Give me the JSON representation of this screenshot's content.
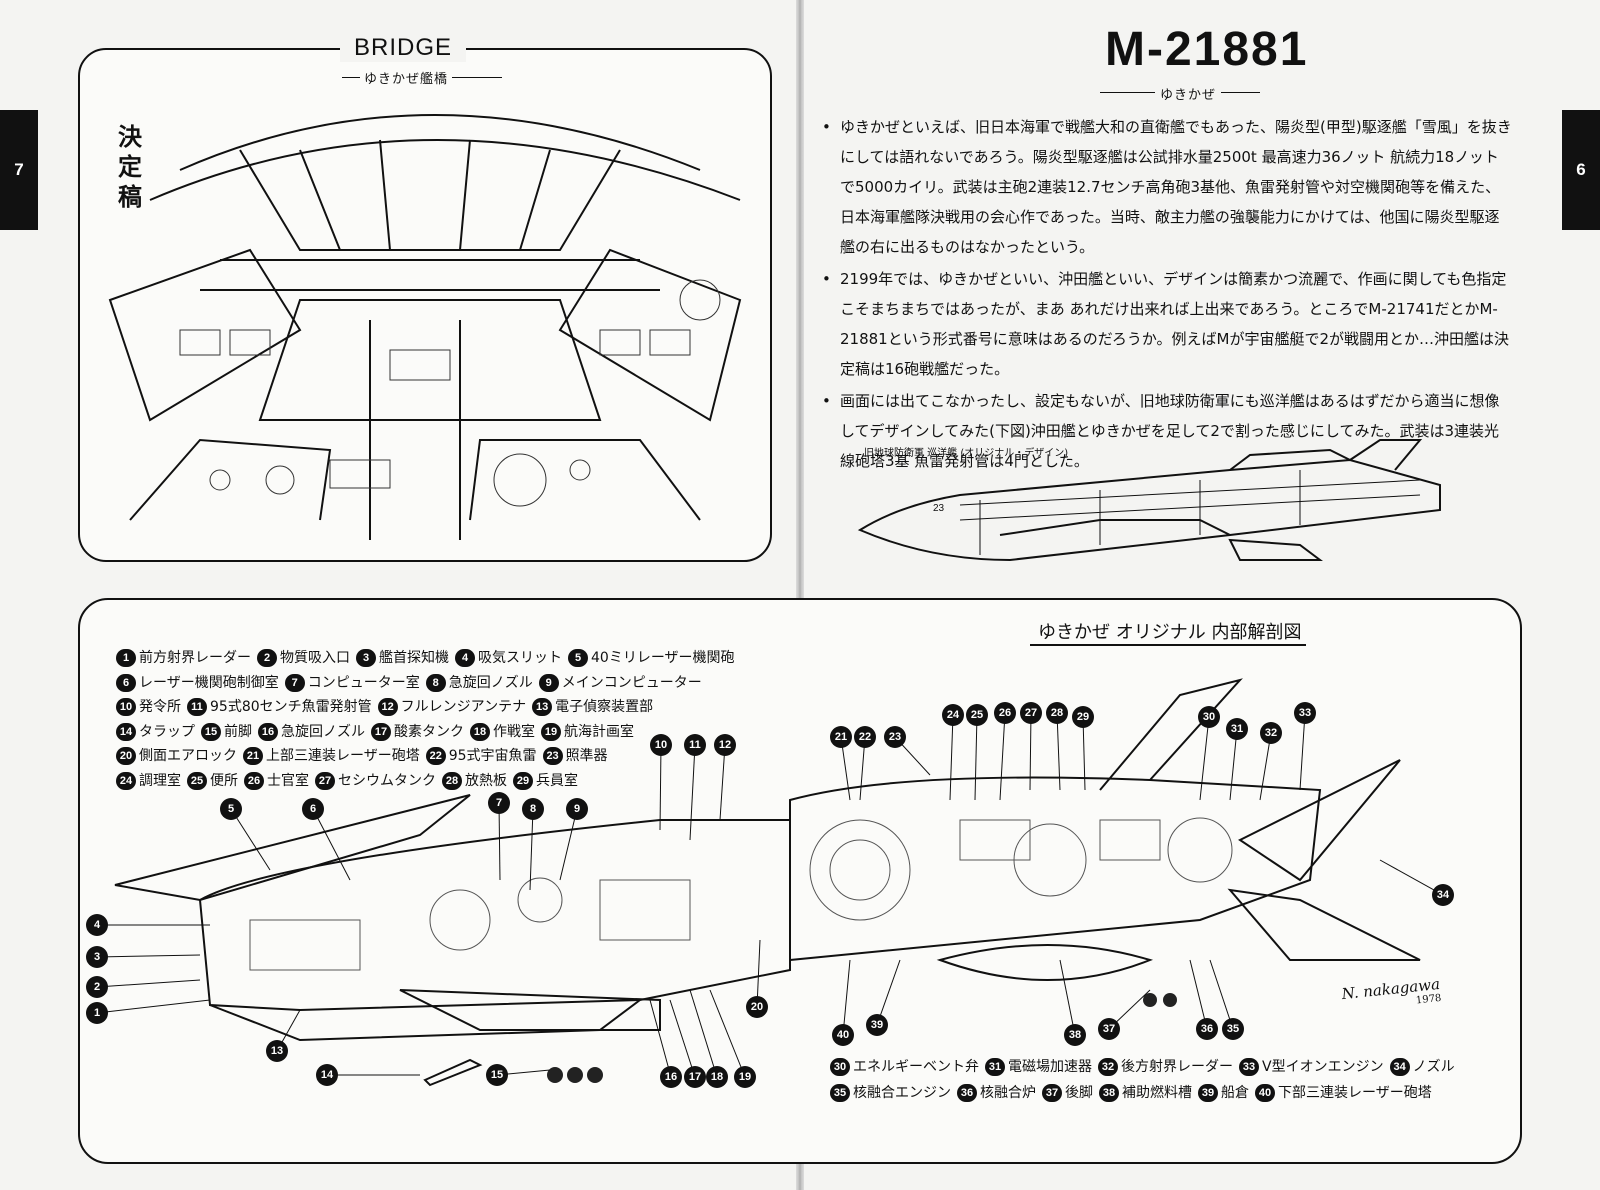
{
  "pages": {
    "left_number": "7",
    "right_number": "6"
  },
  "bridge": {
    "title": "BRIDGE",
    "subtitle": "ゆきかぜ艦橋",
    "stamp": "決定稿"
  },
  "ship": {
    "code": "M-21881",
    "name": "ゆきかぜ"
  },
  "notes": [
    "ゆきかぜといえば、旧日本海軍で戦艦大和の直衛艦でもあった、陽炎型(甲型)駆逐艦「雪風」を抜きにしては語れないであろう。陽炎型駆逐艦は公試排水量2500t 最高速力36ノット 航続力18ノットで5000カイリ。武装は主砲2連装12.7センチ高角砲3基他、魚雷発射管や対空機関砲等を備えた、日本海軍艦隊決戦用の会心作であった。当時、敵主力艦の強襲能力にかけては、他国に陽炎型駆逐艦の右に出るものはなかったという。",
    "2199年では、ゆきかぜといい、沖田艦といい、デザインは簡素かつ流麗で、作画に関しても色指定こそまちまちではあったが、まあ あれだけ出来れば上出来であろう。ところでM-21741だとかM-21881という形式番号に意味はあるのだろうか。例えばMが宇宙艦艇で2が戦闘用とか…沖田艦は決定稿は16砲戦艦だった。",
    "画面には出てこなかったし、設定もないが、旧地球防衛軍にも巡洋艦はあるはずだから適当に想像してデザインしてみた(下図)沖田艦とゆきかぜを足して2で割った感じにしてみた。武装は3連装光線砲塔3基 魚雷発射管は4門とした。"
  ],
  "cruiser_caption": "旧地球防衛軍 巡洋艦 (オリジナル・デザイン)",
  "cruiser_hull_number": "23",
  "cutaway_title": "ゆきかぜ オリジナル 内部解剖図",
  "legend_left": [
    [
      {
        "n": "1",
        "t": "前方射界レーダー"
      },
      {
        "n": "2",
        "t": "物質吸入口"
      },
      {
        "n": "3",
        "t": "艦首探知機"
      },
      {
        "n": "4",
        "t": "吸気スリット"
      },
      {
        "n": "5",
        "t": "40ミリレーザー機関砲"
      }
    ],
    [
      {
        "n": "6",
        "t": "レーザー機関砲制御室"
      },
      {
        "n": "7",
        "t": "コンピューター室"
      },
      {
        "n": "8",
        "t": "急旋回ノズル"
      },
      {
        "n": "9",
        "t": "メインコンピューター"
      }
    ],
    [
      {
        "n": "10",
        "t": "発令所"
      },
      {
        "n": "11",
        "t": "95式80センチ魚雷発射管"
      },
      {
        "n": "12",
        "t": "フルレンジアンテナ"
      },
      {
        "n": "13",
        "t": "電子偵察装置部"
      }
    ],
    [
      {
        "n": "14",
        "t": "タラップ"
      },
      {
        "n": "15",
        "t": "前脚"
      },
      {
        "n": "16",
        "t": "急旋回ノズル"
      },
      {
        "n": "17",
        "t": "酸素タンク"
      },
      {
        "n": "18",
        "t": "作戦室"
      },
      {
        "n": "19",
        "t": "航海計画室"
      }
    ],
    [
      {
        "n": "20",
        "t": "側面エアロック"
      },
      {
        "n": "21",
        "t": "上部三連装レーザー砲塔"
      },
      {
        "n": "22",
        "t": "95式宇宙魚雷"
      },
      {
        "n": "23",
        "t": "照準器"
      }
    ],
    [
      {
        "n": "24",
        "t": "調理室"
      },
      {
        "n": "25",
        "t": "便所"
      },
      {
        "n": "26",
        "t": "士官室"
      },
      {
        "n": "27",
        "t": "セシウムタンク"
      },
      {
        "n": "28",
        "t": "放熱板"
      },
      {
        "n": "29",
        "t": "兵員室"
      }
    ]
  ],
  "legend_right": [
    [
      {
        "n": "30",
        "t": "エネルギーベント弁"
      },
      {
        "n": "31",
        "t": "電磁場加速器"
      },
      {
        "n": "32",
        "t": "後方射界レーダー"
      },
      {
        "n": "33",
        "t": "V型イオンエンジン"
      },
      {
        "n": "34",
        "t": "ノズル"
      }
    ],
    [
      {
        "n": "35",
        "t": "核融合エンジン"
      },
      {
        "n": "36",
        "t": "核融合炉"
      },
      {
        "n": "37",
        "t": "後脚"
      },
      {
        "n": "38",
        "t": "補助燃料槽"
      },
      {
        "n": "39",
        "t": "船倉"
      },
      {
        "n": "40",
        "t": "下部三連装レーザー砲塔"
      }
    ]
  ],
  "callouts": [
    "1",
    "2",
    "3",
    "4",
    "5",
    "6",
    "7",
    "8",
    "9",
    "10",
    "11",
    "12",
    "13",
    "14",
    "15",
    "16",
    "17",
    "18",
    "19",
    "20",
    "21",
    "22",
    "23",
    "24",
    "25",
    "26",
    "27",
    "28",
    "29",
    "30",
    "31",
    "32",
    "33",
    "34",
    "35",
    "36",
    "37",
    "38",
    "39",
    "40"
  ],
  "signature": {
    "name": "N. nakagawa",
    "year": "1978"
  }
}
